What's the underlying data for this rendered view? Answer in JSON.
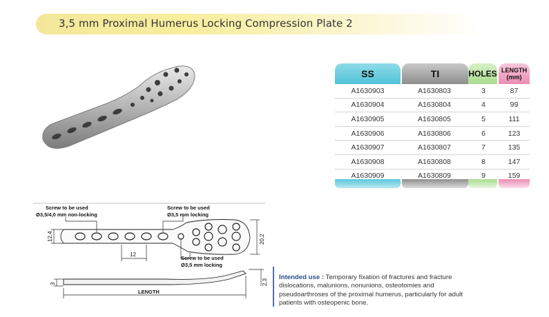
{
  "title": "3,5 mm Proximal Humerus Locking Compression Plate 2",
  "table": {
    "headers": {
      "ss": "SS",
      "ti": "TI",
      "holes": "HOLES",
      "length_line1": "LENGTH",
      "length_line2": "(mm)"
    },
    "rows": [
      {
        "ss": "A1630903",
        "ti": "A1630803",
        "holes": "3",
        "length": "87"
      },
      {
        "ss": "A1630904",
        "ti": "A1630804",
        "holes": "4",
        "length": "99"
      },
      {
        "ss": "A1630905",
        "ti": "A1630805",
        "holes": "5",
        "length": "111"
      },
      {
        "ss": "A1630906",
        "ti": "A1630806",
        "holes": "6",
        "length": "123"
      },
      {
        "ss": "A1630907",
        "ti": "A1630807",
        "holes": "7",
        "length": "135"
      },
      {
        "ss": "A1630908",
        "ti": "A1630808",
        "holes": "8",
        "length": "147"
      },
      {
        "ss": "A1630909",
        "ti": "A1630809",
        "holes": "9",
        "length": "159"
      }
    ]
  },
  "drawing": {
    "callout_left_1": "Screw to be used",
    "callout_left_2": "Ø3,5/4,0 mm non-locking",
    "callout_right_1": "Screw to be used",
    "callout_right_2": "Ø3,5 mm locking",
    "callout_bottom_1": "Screw to be used",
    "callout_bottom_2": "Ø3,5 mm locking",
    "dim_width": "12,4",
    "dim_spacing": "12",
    "dim_head": "20,2",
    "dim_thickness": "3",
    "dim_end": "2,3",
    "dim_length": "LENGTH"
  },
  "intended_use": {
    "label": "Intended use :",
    "text": " Temporary fixation of fractures and fracture dislocations, malunions, nonunions, osteotomies and pseudoarthroses of the proximal humerus, particularly for adult patients with osteopenic bone."
  },
  "colors": {
    "ss": "#4fc2d8",
    "ti": "#8e8e8e",
    "holes": "#a9dc8f",
    "length": "#ea8db2",
    "title_bar": "#f6ea9c"
  }
}
